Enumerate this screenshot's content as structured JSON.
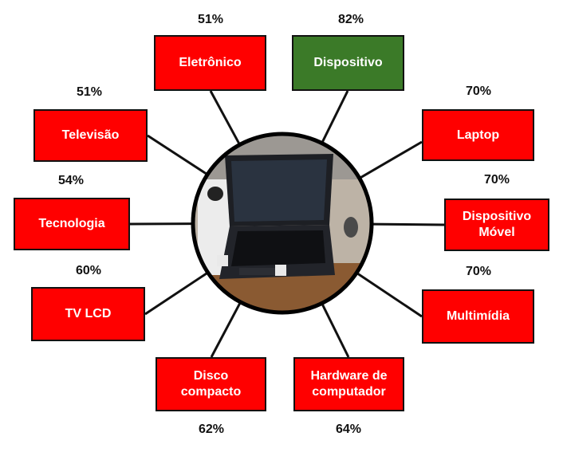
{
  "theme": {
    "match_color": "#ff0000",
    "best_color": "#3b7a28",
    "line_color": "#111111"
  },
  "center": {
    "image": "laptop-photo"
  },
  "tags": [
    {
      "id": "eletronico",
      "label": "Eletrônico",
      "percent": "51%",
      "best": false
    },
    {
      "id": "dispositivo",
      "label": "Dispositivo",
      "percent": "82%",
      "best": true
    },
    {
      "id": "laptop",
      "label": "Laptop",
      "percent": "70%",
      "best": false
    },
    {
      "id": "dispositivo-movel",
      "label": "Dispositivo Móvel",
      "percent": "70%",
      "best": false
    },
    {
      "id": "multimidia",
      "label": "Multimídia",
      "percent": "70%",
      "best": false
    },
    {
      "id": "hardware",
      "label": "Hardware de computador",
      "percent": "64%",
      "best": false
    },
    {
      "id": "disco",
      "label": "Disco compacto",
      "percent": "62%",
      "best": false
    },
    {
      "id": "tv-lcd",
      "label": "TV LCD",
      "percent": "60%",
      "best": false
    },
    {
      "id": "tecnologia",
      "label": "Tecnologia",
      "percent": "54%",
      "best": false
    },
    {
      "id": "televisao",
      "label": "Televisão",
      "percent": "51%",
      "best": false
    }
  ]
}
